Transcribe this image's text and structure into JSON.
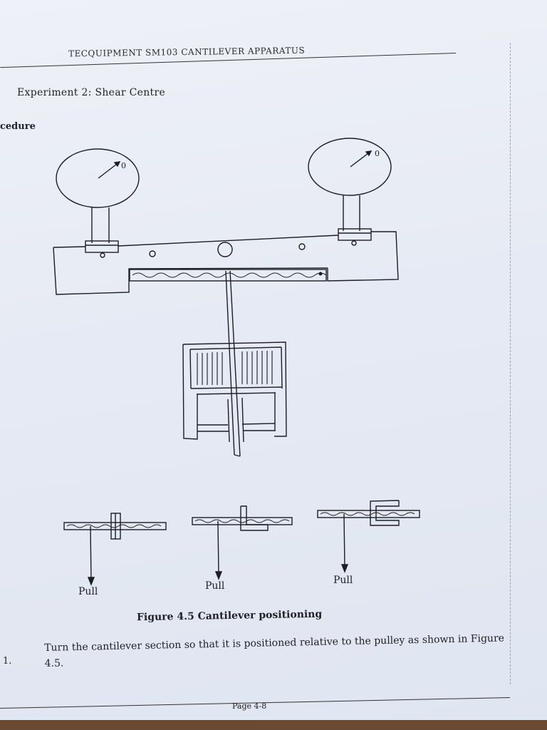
{
  "header": {
    "title": "TECQUIPMENT SM103 CANTILEVER APPARATUS"
  },
  "section": {
    "experiment_title": "Experiment 2: Shear Centre",
    "procedure_heading": "cedure"
  },
  "figure": {
    "gauge_left_reading": "0",
    "gauge_right_reading": "0",
    "pull_labels": [
      "Pull",
      "Pull",
      "Pull"
    ],
    "caption": "Figure 4.5 Cantilever positioning"
  },
  "steps": [
    {
      "number": "1.",
      "text": "Turn the cantilever section so that it is positioned relative to the pulley as shown in Figure 4.5."
    }
  ],
  "footer": {
    "page_label": "Page 4-8"
  }
}
